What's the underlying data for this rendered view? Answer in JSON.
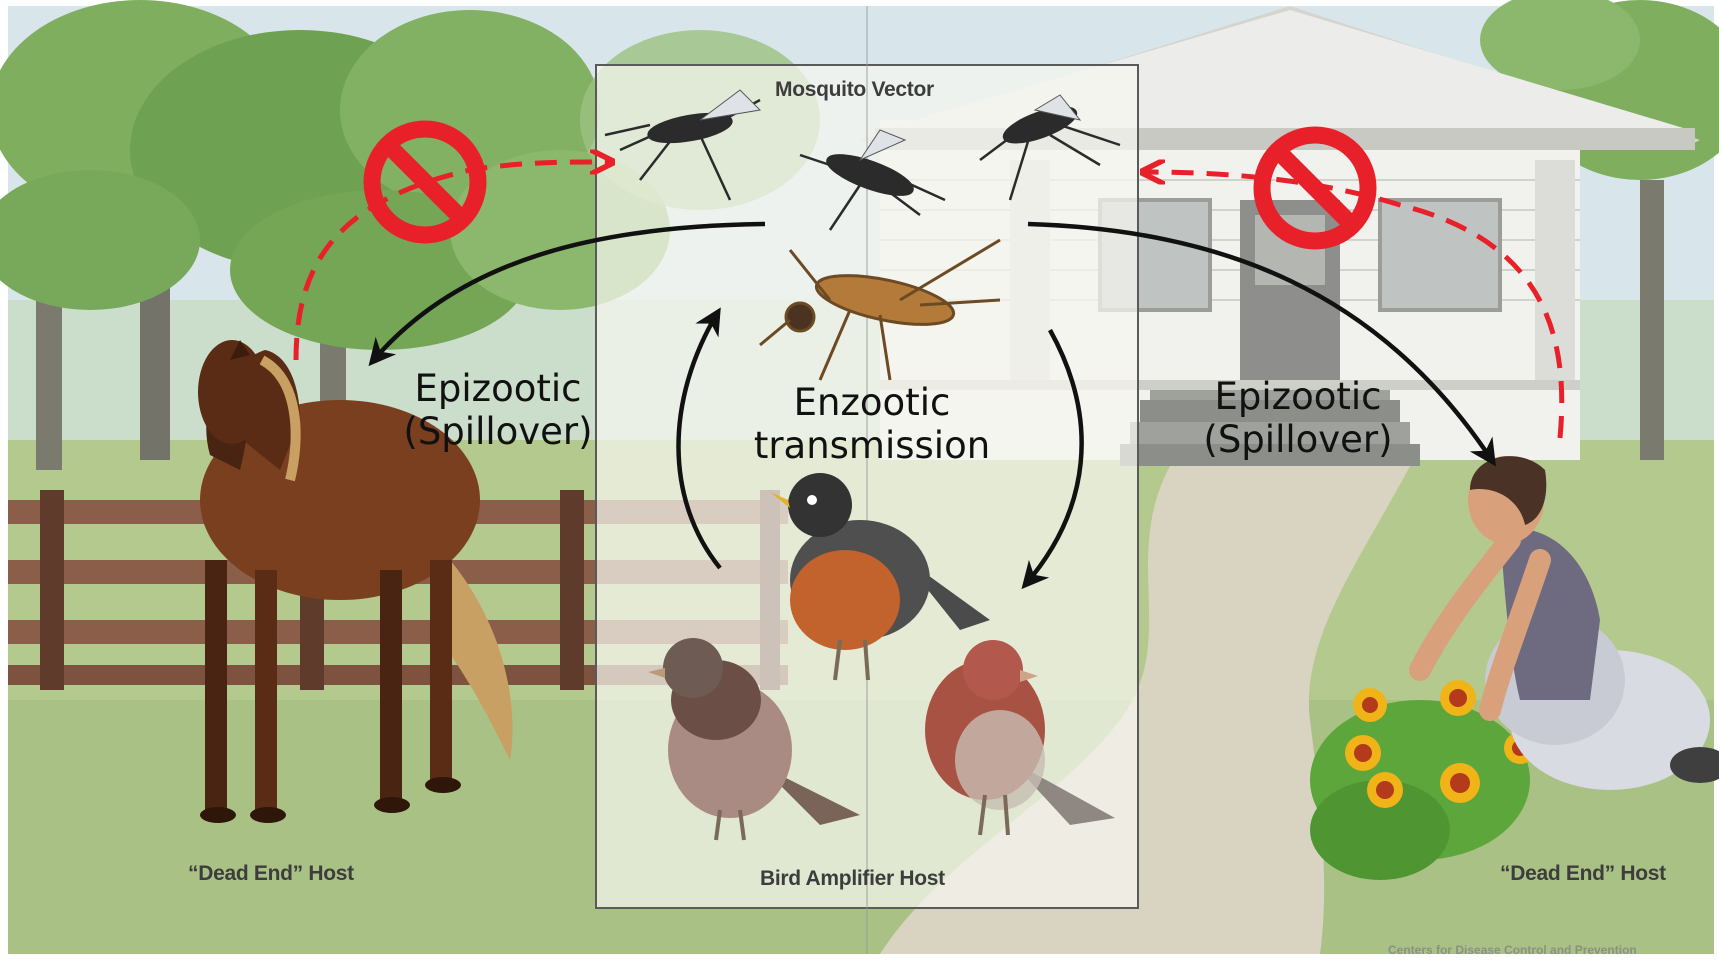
{
  "header": {
    "vector_label": "Mosquito Vector"
  },
  "labels": {
    "epizootic_left_line1": "Epizootic",
    "epizootic_left_line2": "(Spillover)",
    "enzootic_line1": "Enzootic",
    "enzootic_line2": "transmission",
    "epizootic_right_line1": "Epizootic",
    "epizootic_right_line2": "(Spillover)",
    "dead_end_left": "“Dead End” Host",
    "dead_end_right": "“Dead End” Host",
    "bird_host": "Bird Amplifier Host",
    "credit": "Centers for Disease Control and Prevention"
  },
  "icons": [
    "no-symbol-icon",
    "mosquito-icon",
    "horse-icon",
    "robin-icon",
    "sparrow-icon",
    "finch-icon",
    "person-gardening-icon",
    "flowers-icon",
    "house-icon",
    "tree-icon",
    "fence-icon"
  ],
  "colors": {
    "block_symbol": "#e8202a",
    "dashed_arrow": "#e8202a",
    "solid_arrow": "#111111",
    "sky": "#d8e6ec",
    "grass": "#b4c98e",
    "tree_foliage": "#7fae5f",
    "horse": "#7a3f1e",
    "path": "#d9d3c1"
  }
}
